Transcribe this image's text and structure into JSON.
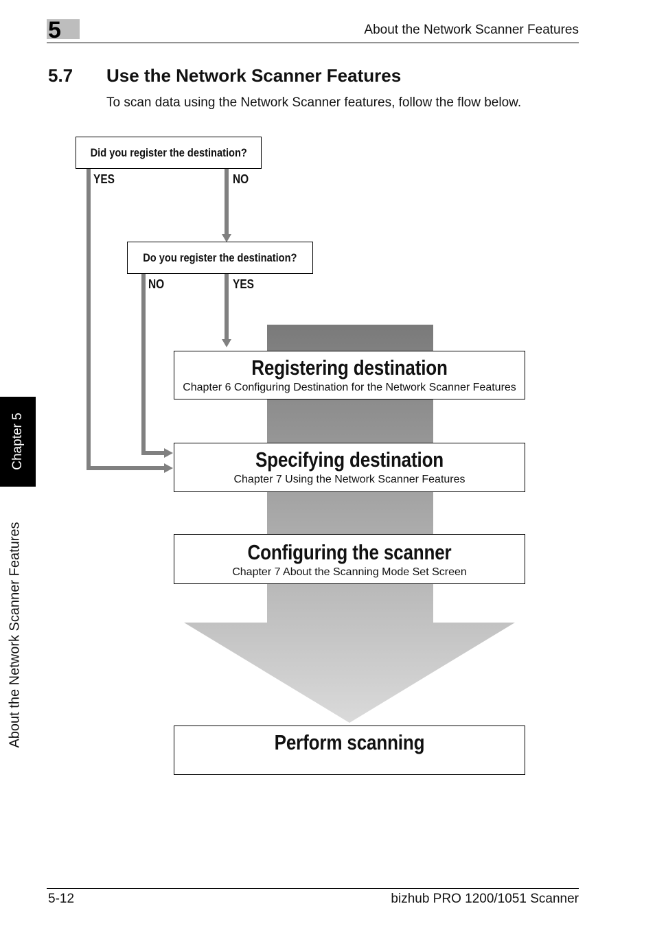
{
  "header": {
    "chapter_number": "5",
    "title": "About the Network Scanner Features"
  },
  "section": {
    "number": "5.7",
    "title": "Use the Network Scanner Features",
    "intro": "To scan data using the Network Scanner features, follow the flow below."
  },
  "side_tab": {
    "chapter_label": "Chapter 5",
    "section_label": "About the Network Scanner Features"
  },
  "flowchart": {
    "question1": {
      "text": "Did you register the destination?",
      "yes": "YES",
      "no": "NO"
    },
    "question2": {
      "text": "Do you register the destination?",
      "no": "NO",
      "yes": "YES"
    },
    "steps": [
      {
        "title": "Registering destination",
        "subtitle": "Chapter 6 Configuring Destination for the Network Scanner Features"
      },
      {
        "title": "Specifying destination",
        "subtitle": "Chapter 7 Using the Network Scanner Features"
      },
      {
        "title": "Configuring the scanner",
        "subtitle": "Chapter 7 About the Scanning Mode Set Screen"
      },
      {
        "title": "Perform scanning",
        "subtitle": ""
      }
    ],
    "colors": {
      "connector": "#808080",
      "big_arrow_top": "#7a7a7a",
      "big_arrow_bottom": "#d9d9d9"
    }
  },
  "footer": {
    "page_number": "5-12",
    "product": "bizhub PRO 1200/1051 Scanner"
  }
}
